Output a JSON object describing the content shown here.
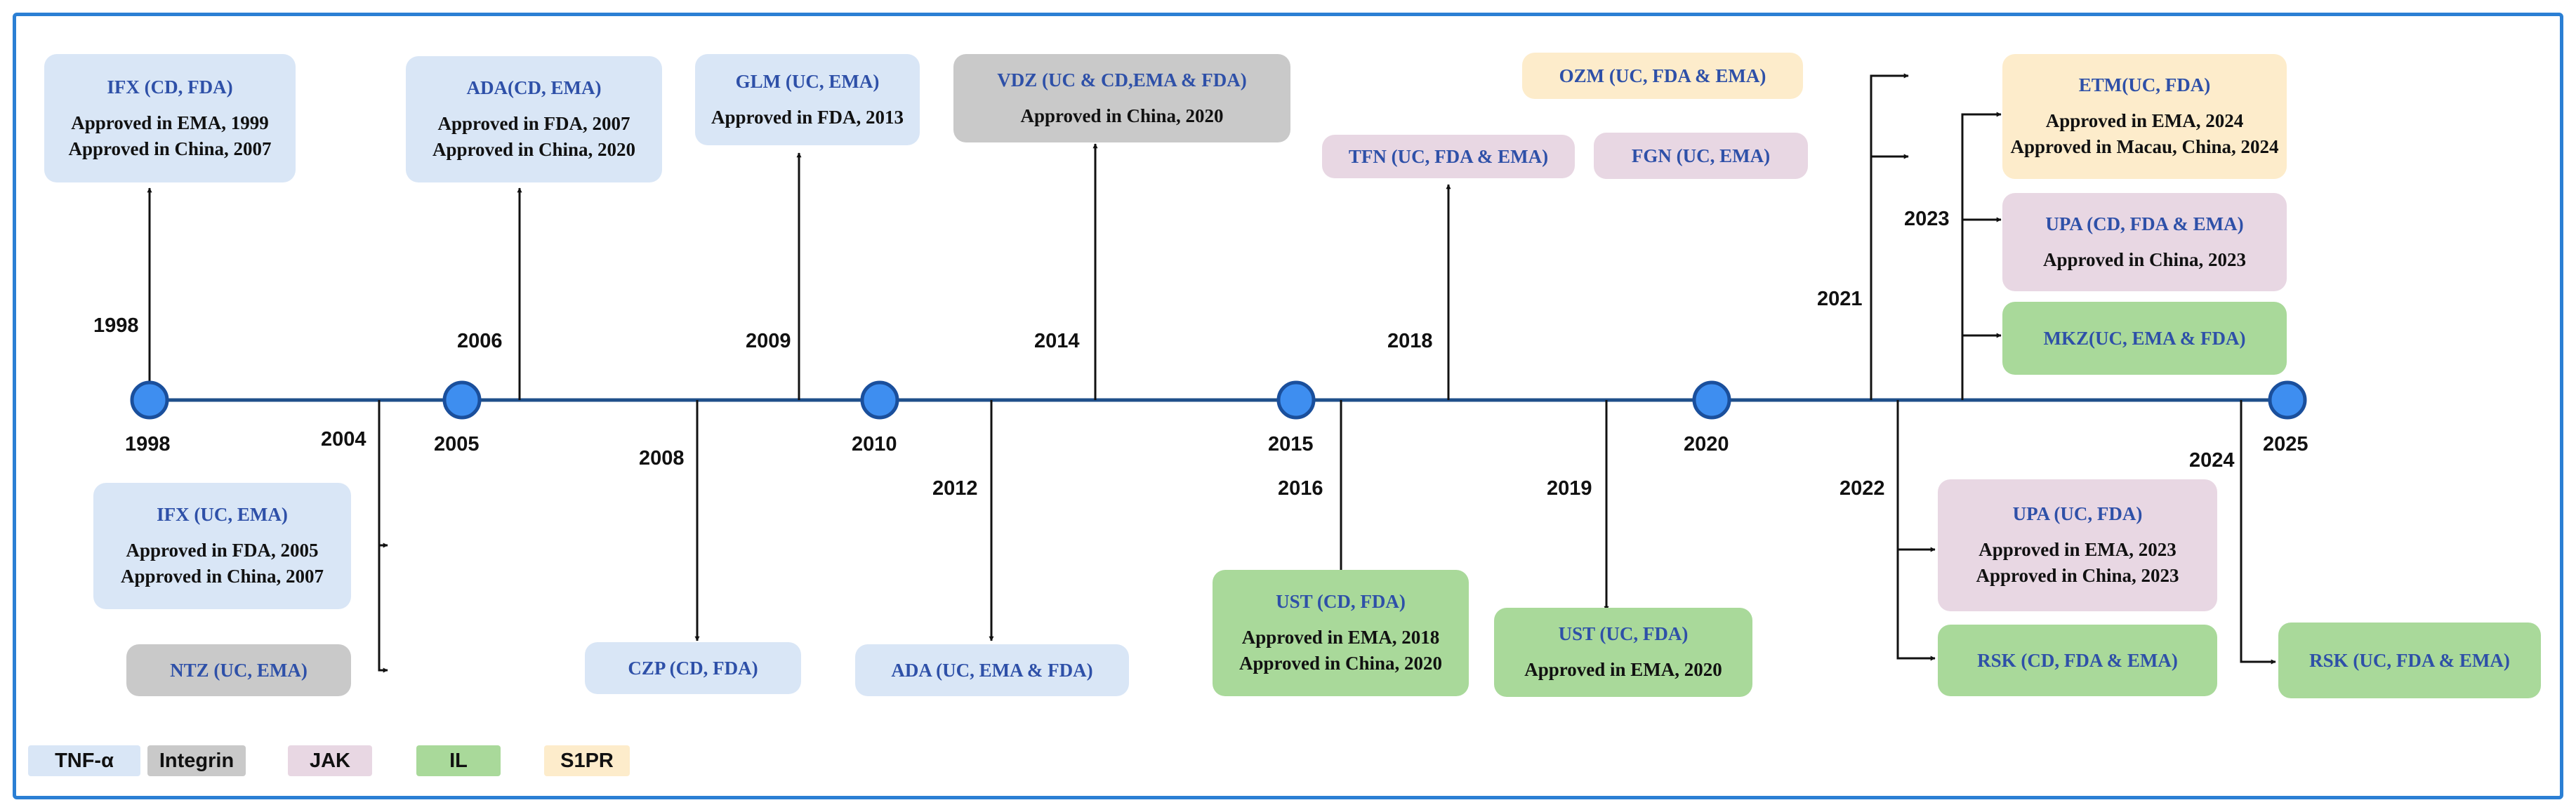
{
  "colors": {
    "frame": "#2b7fd4",
    "axis": "#1f4f8a",
    "milestone_fill": "#3e8ef0",
    "milestone_stroke": "#1a4f9c",
    "title_text": "#2e50a8",
    "TNF-α": "#d9e6f6",
    "Integrin": "#c9c9c9",
    "JAK": "#e8d7e3",
    "IL": "#a9d99a",
    "S1PR": "#fdeccb"
  },
  "milestones": [
    "1998",
    "2005",
    "2010",
    "2015",
    "2020",
    "2025"
  ],
  "event_years": [
    "1998",
    "2004",
    "2006",
    "2008",
    "2009",
    "2012",
    "2014",
    "2016",
    "2018",
    "2019",
    "2021",
    "2022",
    "2023",
    "2024"
  ],
  "events": [
    {
      "id": "ifx-cd",
      "title": "IFX (CD, FDA)",
      "notes": [
        "Approved in EMA, 1999",
        "Approved in China, 2007"
      ],
      "category": "TNF-α"
    },
    {
      "id": "ifx-uc",
      "title": "IFX (UC, EMA)",
      "notes": [
        "Approved in FDA, 2005",
        "Approved in China, 2007"
      ],
      "category": "TNF-α"
    },
    {
      "id": "ntz",
      "title": "NTZ (UC, EMA)",
      "notes": [],
      "category": "Integrin"
    },
    {
      "id": "ada-cd",
      "title": "ADA(CD, EMA)",
      "notes": [
        "Approved in FDA, 2007",
        "Approved in China, 2020"
      ],
      "category": "TNF-α"
    },
    {
      "id": "czp",
      "title": "CZP (CD, FDA)",
      "notes": [],
      "category": "TNF-α"
    },
    {
      "id": "glm",
      "title": "GLM (UC, EMA)",
      "notes": [
        "Approved in FDA, 2013"
      ],
      "category": "TNF-α"
    },
    {
      "id": "ada-uc",
      "title": "ADA (UC, EMA & FDA)",
      "notes": [],
      "category": "TNF-α"
    },
    {
      "id": "vdz",
      "title": "VDZ (UC & CD,EMA & FDA)",
      "notes": [
        "Approved in China, 2020"
      ],
      "category": "Integrin"
    },
    {
      "id": "ust-cd",
      "title": "UST (CD, FDA)",
      "notes": [
        "Approved in EMA, 2018",
        "Approved in China, 2020"
      ],
      "category": "IL"
    },
    {
      "id": "tfn",
      "title": "TFN (UC, FDA & EMA)",
      "notes": [],
      "category": "JAK"
    },
    {
      "id": "ust-uc",
      "title": "UST (UC, FDA)",
      "notes": [
        "Approved in EMA, 2020"
      ],
      "category": "IL"
    },
    {
      "id": "ozm",
      "title": "OZM (UC, FDA & EMA)",
      "notes": [],
      "category": "S1PR"
    },
    {
      "id": "fgn",
      "title": "FGN (UC, EMA)",
      "notes": [],
      "category": "JAK"
    },
    {
      "id": "upa-uc",
      "title": "UPA (UC, FDA)",
      "notes": [
        "Approved in EMA, 2023",
        "Approved in China, 2023"
      ],
      "category": "JAK"
    },
    {
      "id": "rsk-cd",
      "title": "RSK (CD, FDA & EMA)",
      "notes": [],
      "category": "IL"
    },
    {
      "id": "etm",
      "title": "ETM(UC, FDA)",
      "notes": [
        "Approved in EMA, 2024",
        "Approved in Macau, China, 2024"
      ],
      "category": "S1PR"
    },
    {
      "id": "upa-cd",
      "title": "UPA (CD, FDA & EMA)",
      "notes": [
        "Approved in China, 2023"
      ],
      "category": "JAK"
    },
    {
      "id": "mkz",
      "title": "MKZ(UC, EMA & FDA)",
      "notes": [],
      "category": "IL"
    },
    {
      "id": "rsk-uc",
      "title": "RSK (UC, FDA & EMA)",
      "notes": [],
      "category": "IL"
    }
  ],
  "legend": [
    "TNF-α",
    "Integrin",
    "JAK",
    "IL",
    "S1PR"
  ]
}
